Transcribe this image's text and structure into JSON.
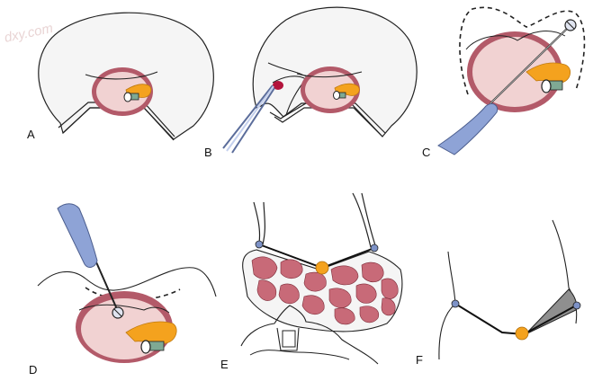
{
  "watermark": "dxy.com",
  "panels": [
    {
      "id": "A",
      "label": "A"
    },
    {
      "id": "B",
      "label": "B"
    },
    {
      "id": "C",
      "label": "C"
    },
    {
      "id": "D",
      "label": "D"
    },
    {
      "id": "E",
      "label": "E"
    },
    {
      "id": "F",
      "label": "F"
    }
  ],
  "colors": {
    "tissue_fill": "#f4f4f4",
    "rim": "#b35a69",
    "inner_pink": "#f1d2d2",
    "orange": "#f4a21e",
    "instrument_blue": "#8ea3d6",
    "muscle": "#c86a78",
    "gray_wedge": "#8f8f8f",
    "outline": "#222222",
    "green_part": "#7fa993",
    "red_spot": "#b3143c"
  }
}
